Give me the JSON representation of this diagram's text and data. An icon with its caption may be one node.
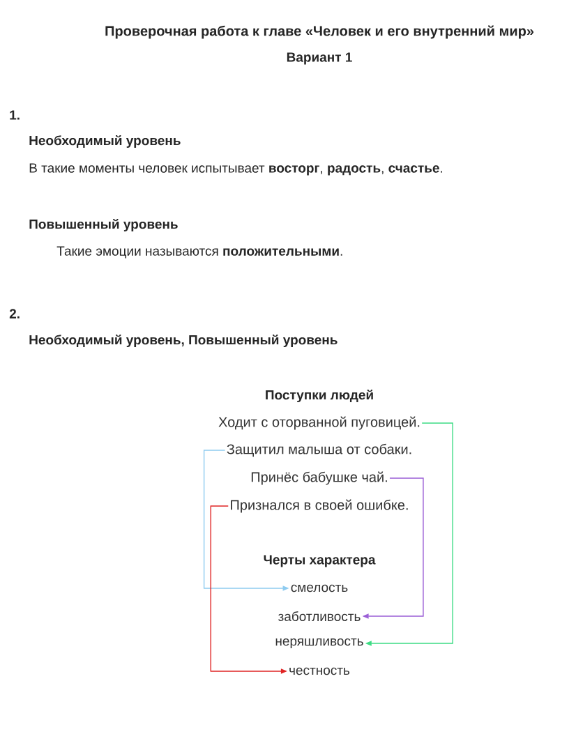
{
  "diagram": {
    "title": "Проверочная работа к главе «Человек и его внутренний мир»",
    "nodes": [
      {
        "text": [
          "Ходит с оторванной пуговицей."
        ]
      },
      {
        "text": [
          "Защитил малыша от собаки."
        ]
      },
      {
        "text": [
          "Принёс бабушке чай."
        ]
      },
      {
        "text": [
          "Признался в своей ошибке."
        ]
      },
      {
        "text": [
          "смелость"
        ]
      },
      {
        "text": [
          "заботливость"
        ]
      },
      {
        "text": [
          "неряшливость"
        ]
      },
      {
        "text": [
          "честность"
        ]
      }
    ],
    "edges": [
      {
        "from": 0,
        "to": 6,
        "arrow": "to",
        "color": "#3ddc84"
      },
      {
        "from": 1,
        "to": 4,
        "arrow": "to",
        "color": "#8ecbf0"
      },
      {
        "from": 2,
        "to": 5,
        "arrow": "to",
        "color": "#9b5fd6"
      },
      {
        "from": 3,
        "to": 7,
        "arrow": "to",
        "color": "#e02424"
      }
    ],
    "labels": [
      "Вариант 1",
      "1.",
      "Необходимый уровень",
      "В такие моменты человек испытывает **восторг**, **радость**, **счастье**.",
      "Повышенный уровень",
      "Такие эмоции называются **положительными**.",
      "2.",
      "Необходимый уровень, Повышенный уровень",
      "Поступки людей",
      "Черты характера"
    ]
  }
}
